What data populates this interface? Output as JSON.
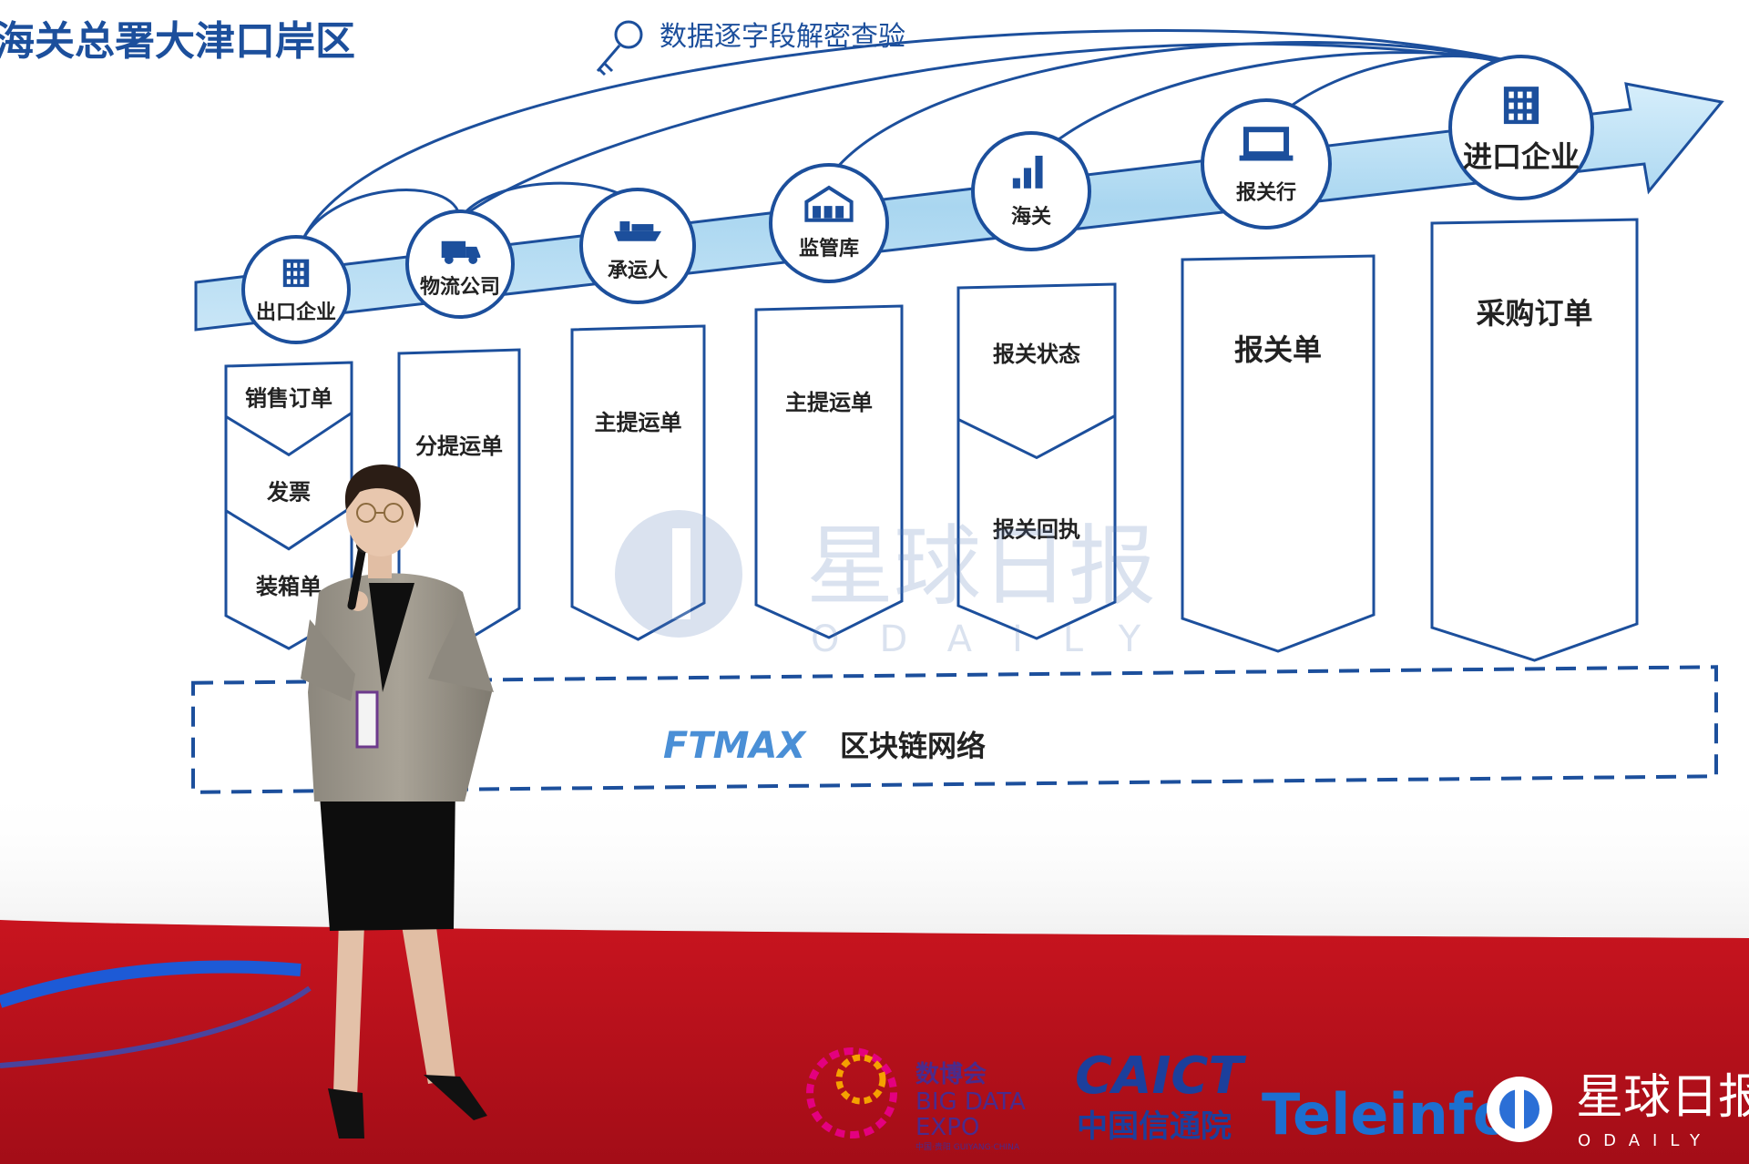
{
  "screen": {
    "title": "海关总署大津口岸区",
    "decrypt_note": "数据逐字段解密查验",
    "stages": [
      {
        "label": "出口企业",
        "icon": "building-icon",
        "docs": [
          "销售订单",
          "发票",
          "装箱单"
        ]
      },
      {
        "label": "物流公司",
        "icon": "truck-icon",
        "docs": [
          "分提运单"
        ]
      },
      {
        "label": "承运人",
        "icon": "ship-icon",
        "docs": [
          "主提运单"
        ]
      },
      {
        "label": "监管库",
        "icon": "warehouse-icon",
        "docs": [
          "主提运单"
        ]
      },
      {
        "label": "海关",
        "icon": "chart-bars-icon",
        "docs": [
          "报关状态",
          "报关回执"
        ]
      },
      {
        "label": "报关行",
        "icon": "laptop-icon",
        "docs": [
          "报关单"
        ]
      },
      {
        "label": "进口企业",
        "icon": "office-tower-icon",
        "docs": [
          "采购订单"
        ]
      }
    ],
    "network": {
      "logo": "FTMAX",
      "label": "区块链网络"
    }
  },
  "watermark": {
    "cn": "星球日报",
    "en": "ODAILY"
  },
  "sponsors": {
    "expo": {
      "cn": "数博会",
      "line1": "BIG DATA",
      "line2": "EXPO",
      "sub": "中国·贵阳 GUIYANG·CHINA"
    },
    "caict": {
      "en": "CAICT",
      "cn": "中国信通院"
    },
    "teleinfo": {
      "text": "Teleinfo"
    },
    "odaily": {
      "cn": "星球日报",
      "en": "ODAILY"
    }
  },
  "colors": {
    "primary": "#1c4f9c",
    "arrow": "#bde0f5",
    "stage_red": "#c1121f",
    "screen_bg": "#ffffff"
  }
}
